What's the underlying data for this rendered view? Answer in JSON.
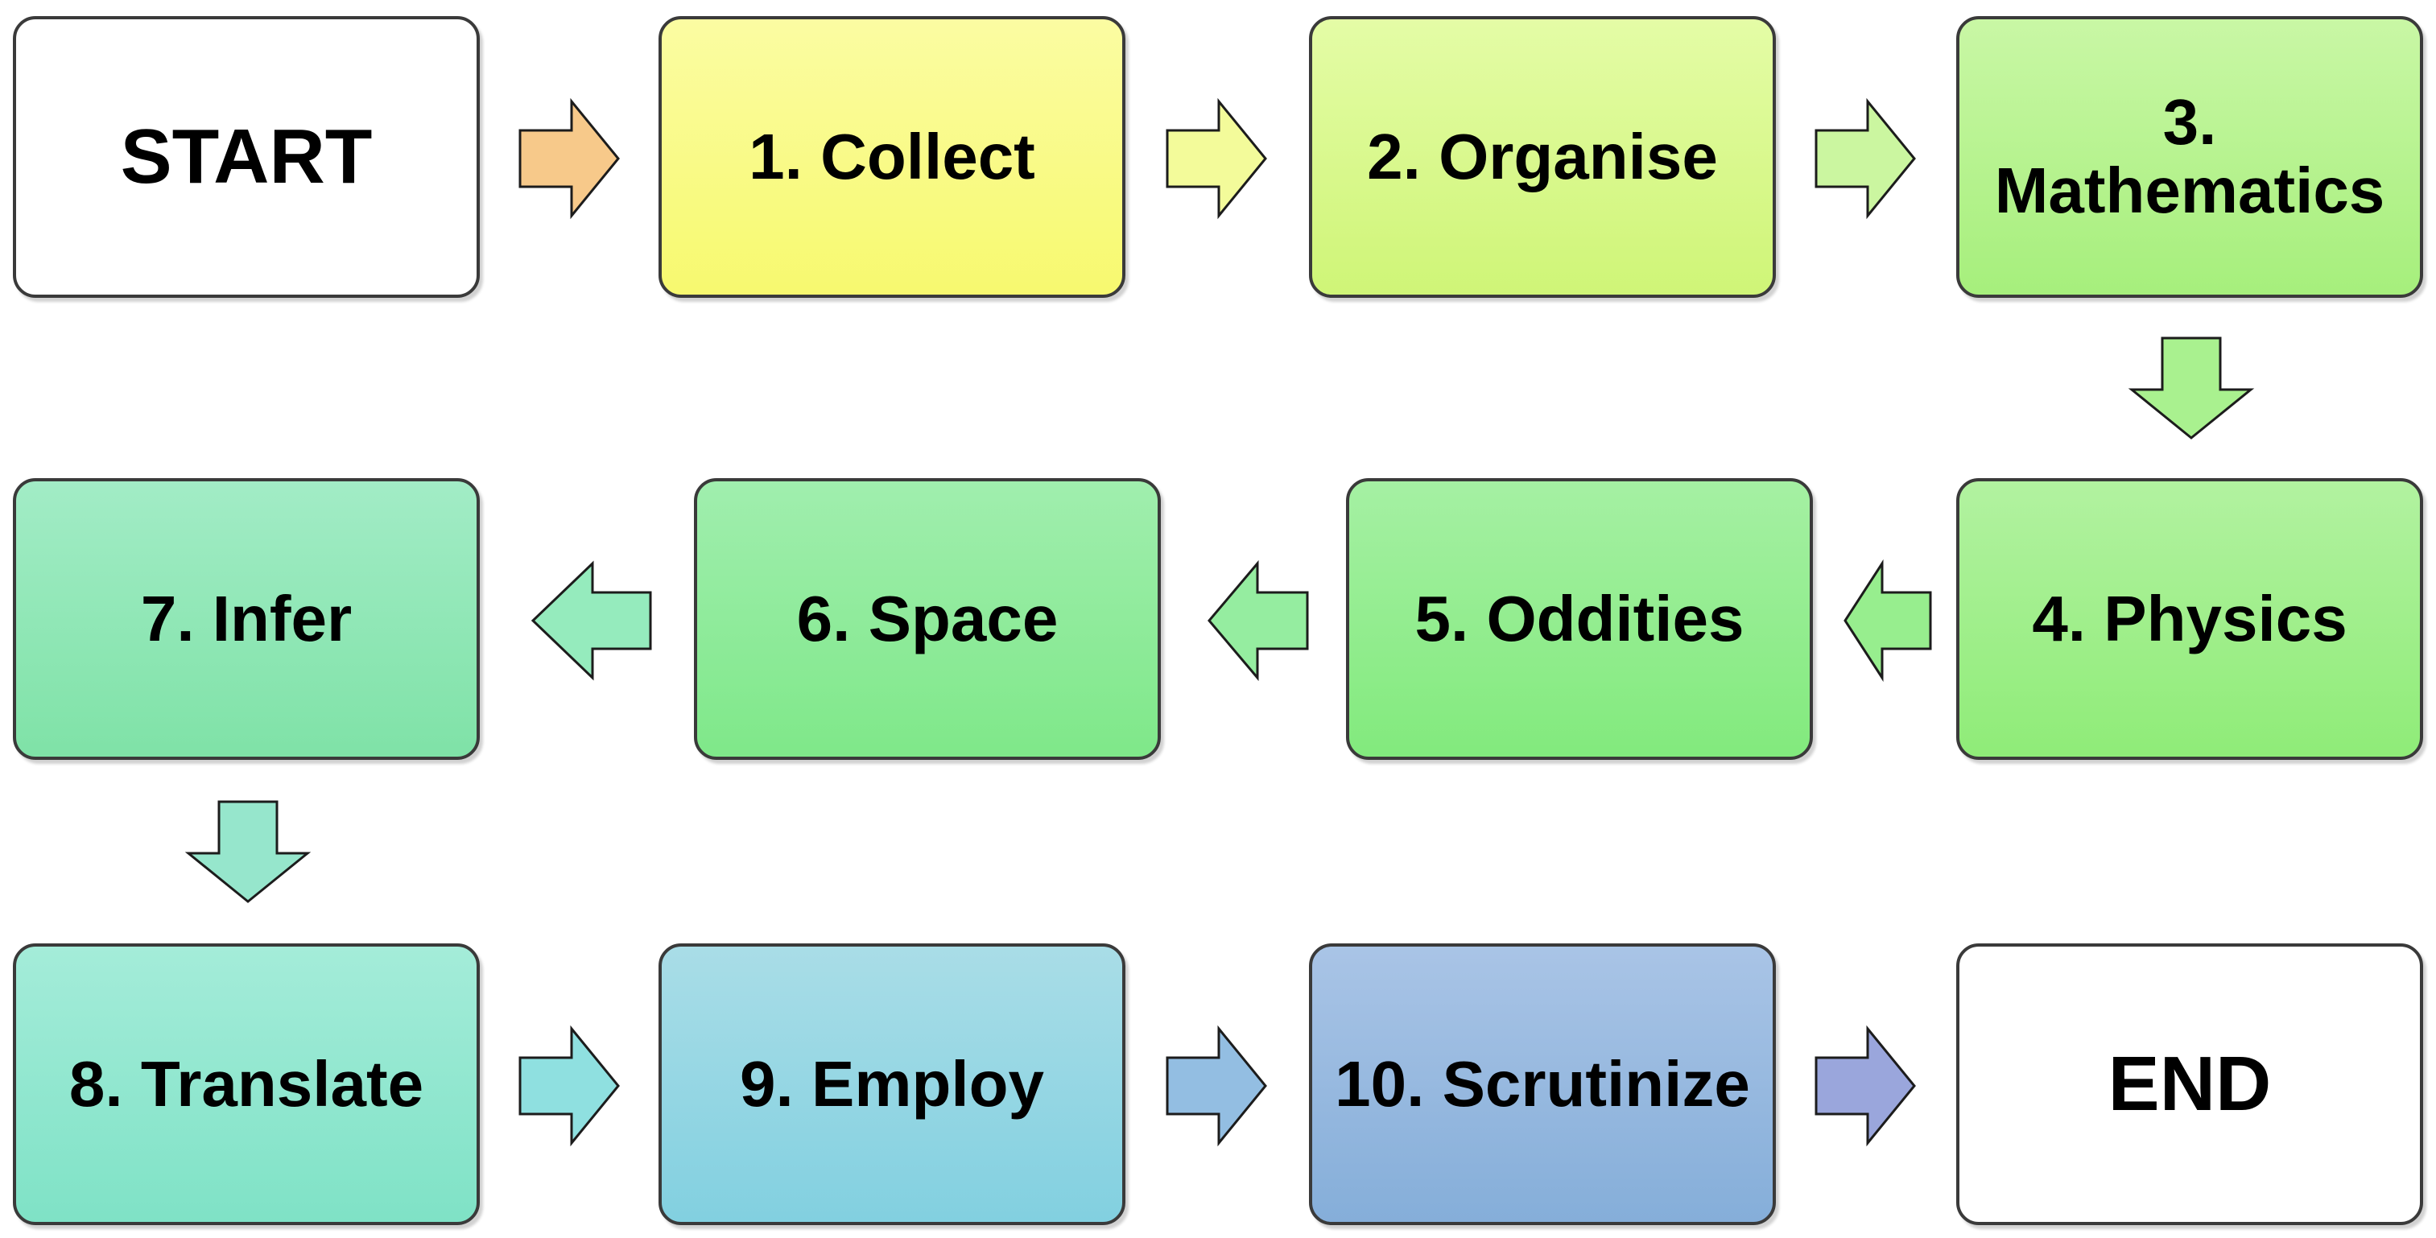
{
  "nodes": {
    "start": {
      "label": "START",
      "fill": "#ffffff"
    },
    "collect": {
      "label": "1. Collect",
      "fill_top": "#fbfca2",
      "fill_bottom": "#f7f96f"
    },
    "organise": {
      "label": "2. Organise",
      "fill_top": "#e4fca6",
      "fill_bottom": "#cff577"
    },
    "mathematics": {
      "label": "3. Mathematics",
      "fill_top": "#c9f7a5",
      "fill_bottom": "#a6ef7c"
    },
    "physics": {
      "label": "4. Physics",
      "fill_top": "#b2f2a0",
      "fill_bottom": "#8fec78"
    },
    "oddities": {
      "label": "5. Oddities",
      "fill_top": "#a5f0a3",
      "fill_bottom": "#82ea7d"
    },
    "space": {
      "label": "6. Space",
      "fill_top": "#a0eeae",
      "fill_bottom": "#7fe889"
    },
    "infer": {
      "label": "7. Infer",
      "fill_top": "#a2ecc6",
      "fill_bottom": "#7fe2a7"
    },
    "translate": {
      "label": "8. Translate",
      "fill_top": "#a4ecd9",
      "fill_bottom": "#7fe2c6"
    },
    "employ": {
      "label": "9. Employ",
      "fill_top": "#a9dde7",
      "fill_bottom": "#82d0e0"
    },
    "scrutinize": {
      "label": "10. Scrutinize",
      "fill_top": "#a9c4e6",
      "fill_bottom": "#85aed9"
    },
    "end": {
      "label": "END",
      "fill": "#ffffff"
    }
  },
  "arrow_colors": {
    "start_to_collect": "#f7c98a",
    "collect_to_organise": "#f3fb9a",
    "organise_to_mathematics": "#cbf6a0",
    "mathematics_to_physics": "#a9f18f",
    "physics_to_oddities": "#97ee8e",
    "oddities_to_space": "#95eda0",
    "space_to_infer": "#95ebbd",
    "infer_to_translate": "#96e6cc",
    "translate_to_employ": "#8fe0e0",
    "employ_to_scrutinize": "#93bee2",
    "scrutinize_to_end": "#9aa6dc"
  }
}
